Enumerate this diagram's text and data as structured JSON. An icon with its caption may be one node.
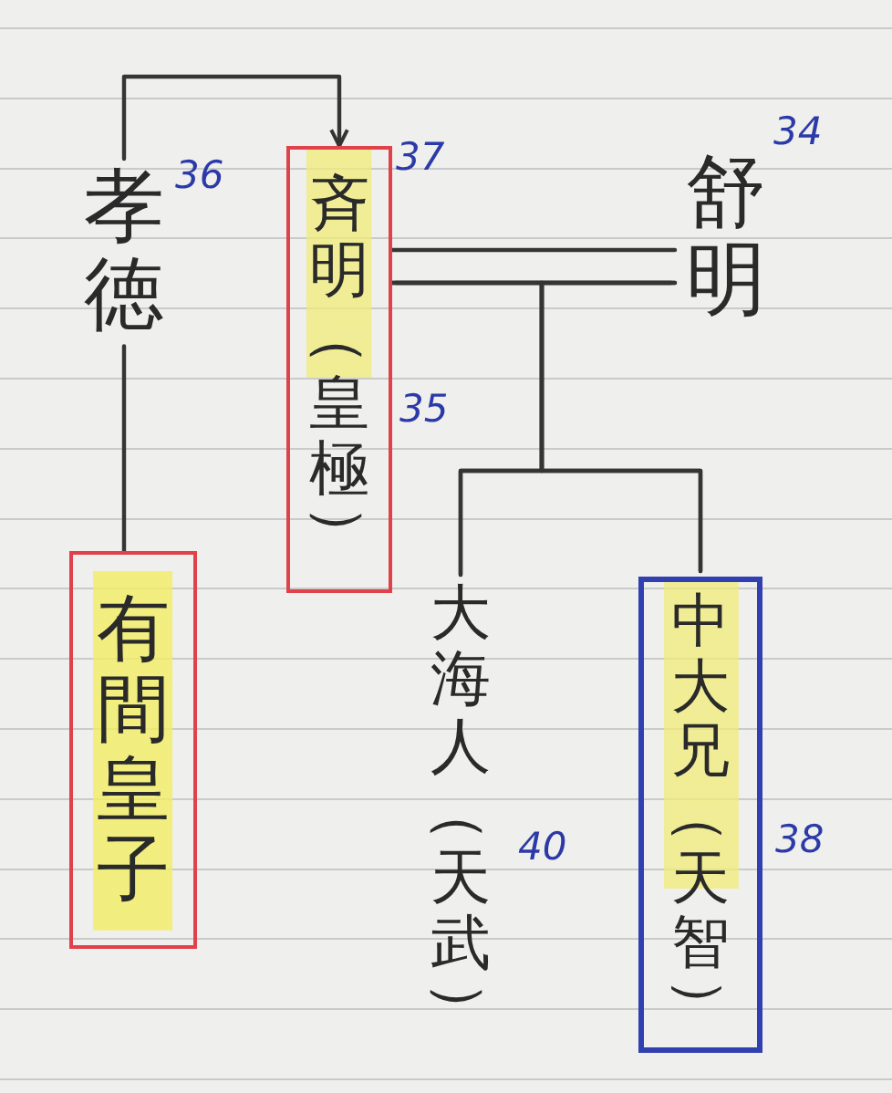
{
  "diagram": {
    "nodes": [
      {
        "text": [
          "孝徳"
        ],
        "beside": [
          "36"
        ]
      },
      {
        "text": [
          "斉明（皇極）"
        ],
        "beside": [
          "37",
          "35"
        ]
      },
      {
        "text": [
          "舒明"
        ],
        "beside": [
          "34"
        ]
      },
      {
        "text": [
          "有間皇子"
        ]
      },
      {
        "text": [
          "大海人（天武）"
        ],
        "beside": [
          "40"
        ]
      },
      {
        "text": [
          "中大兄（天智）"
        ],
        "beside": [
          "38"
        ]
      }
    ],
    "edges": [
      {
        "from": 0,
        "to": 1,
        "arrow": "to"
      },
      {
        "from": 1,
        "to": 2,
        "arrow": "none"
      },
      {
        "from": 0,
        "to": 3,
        "arrow": "none"
      },
      {
        "from": 1,
        "to": 4,
        "arrow": "none"
      },
      {
        "from": 2,
        "to": 4,
        "arrow": "none"
      },
      {
        "from": 1,
        "to": 5,
        "arrow": "none"
      },
      {
        "from": 2,
        "to": 5,
        "arrow": "none"
      }
    ]
  }
}
